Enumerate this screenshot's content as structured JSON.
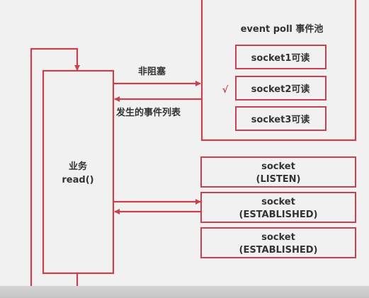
{
  "colors": {
    "background": "#f1f1f1",
    "stroke": "#c8414f",
    "text": "#333333"
  },
  "business": {
    "line1": "业务",
    "line2": "read()"
  },
  "arrows": {
    "non_blocking": "非阻塞",
    "event_list": "发生的事件列表"
  },
  "event_poll": {
    "title": "event poll 事件池",
    "items": [
      {
        "label": "socket1可读",
        "checked": false
      },
      {
        "label": "socket2可读",
        "checked": true
      },
      {
        "label": "socket3可读",
        "checked": false
      }
    ],
    "check_mark": "√"
  },
  "sockets": [
    {
      "line1": "socket",
      "line2": "(LISTEN)"
    },
    {
      "line1": "socket",
      "line2": "(ESTABLISHED)"
    },
    {
      "line1": "socket",
      "line2": "(ESTABLISHED)"
    }
  ]
}
